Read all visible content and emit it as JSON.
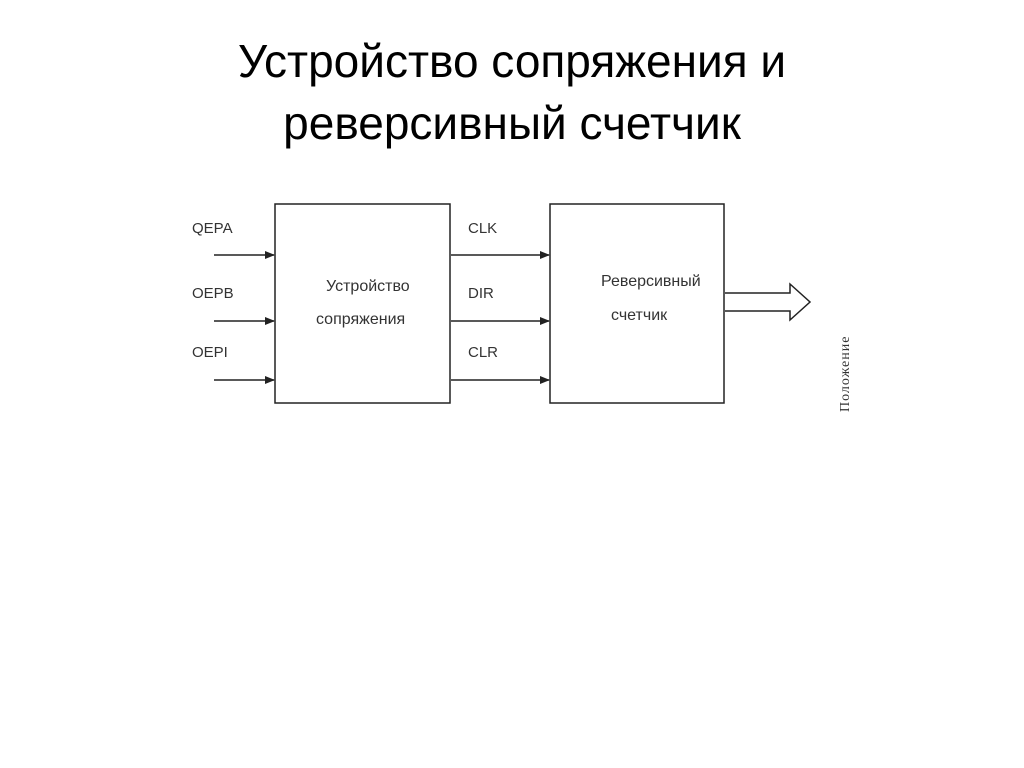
{
  "title": {
    "line1": "Устройство сопряжения и",
    "line2": "реверсивный счетчик"
  },
  "diagram": {
    "inputs": [
      "QEPA",
      "OEPB",
      "OEPI"
    ],
    "interface_block": {
      "line1": "Устройство",
      "line2": "сопряжения"
    },
    "signals": [
      "CLK",
      "DIR",
      "CLR"
    ],
    "counter_block": {
      "line1": "Реверсивный",
      "line2": "счетчик"
    },
    "output": "Положение"
  },
  "colors": {
    "line": "#222222",
    "text": "#333333",
    "background": "#ffffff"
  }
}
